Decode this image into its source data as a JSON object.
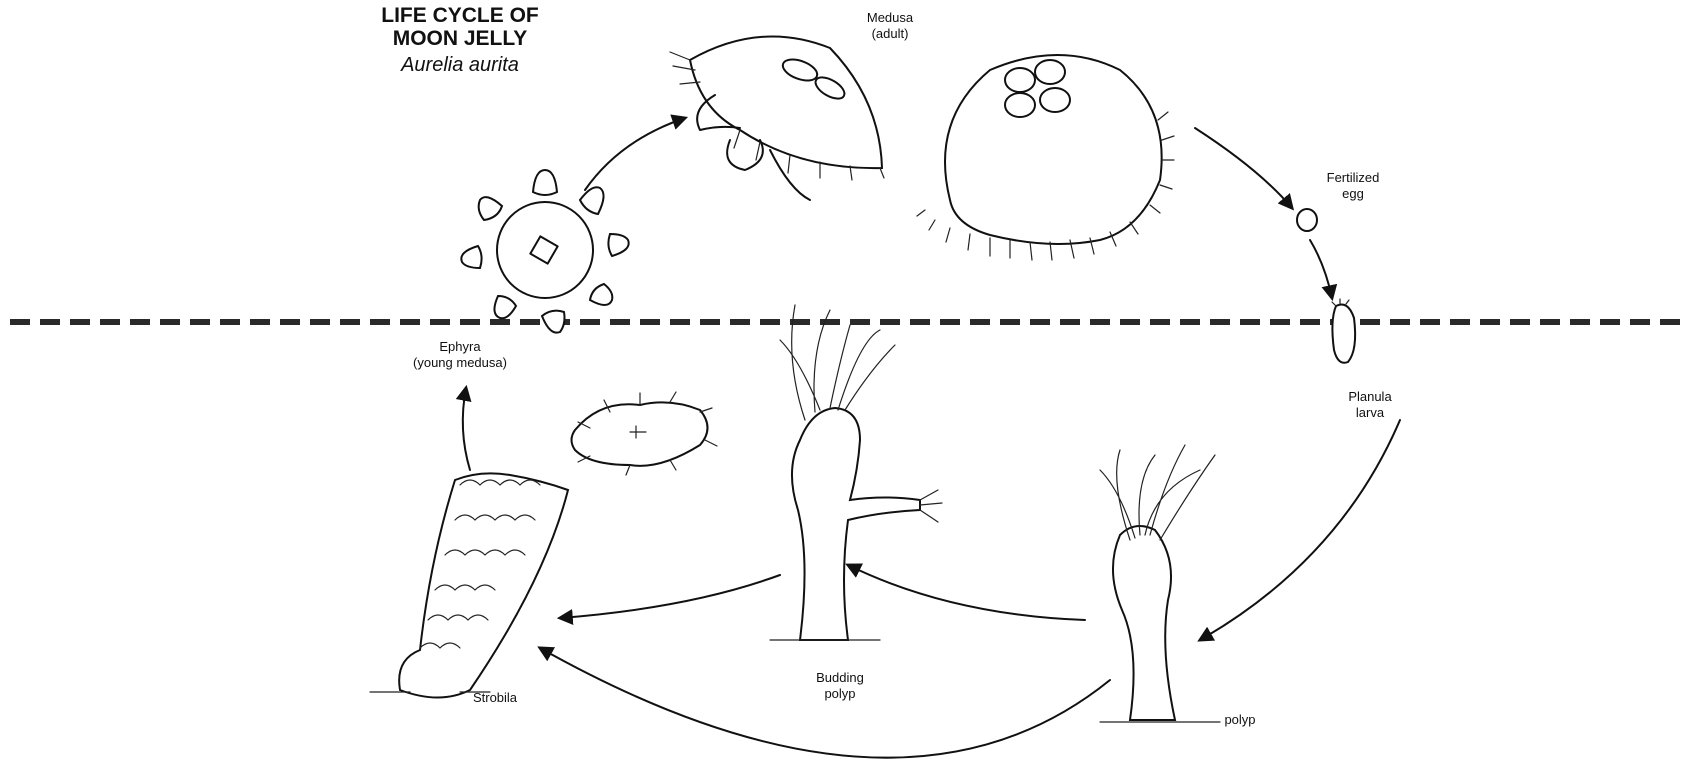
{
  "diagram": {
    "title_line1": "LIFE CYCLE OF",
    "title_line2": "MOON JELLY",
    "scientific_name": "Aurelia aurita",
    "stages": {
      "medusa_line1": "Medusa",
      "medusa_line2": "(adult)",
      "egg_line1": "Fertilized",
      "egg_line2": "egg",
      "planula_line1": "Planula",
      "planula_line2": "larva",
      "polyp": "polyp",
      "budding_line1": "Budding",
      "budding_line2": "polyp",
      "strobila": "Strobila",
      "ephyra_line1": "Ephyra",
      "ephyra_line2": "(young medusa)"
    },
    "colors": {
      "ink": "#111111",
      "background": "#ffffff",
      "divider": "#2a2a2a"
    }
  }
}
